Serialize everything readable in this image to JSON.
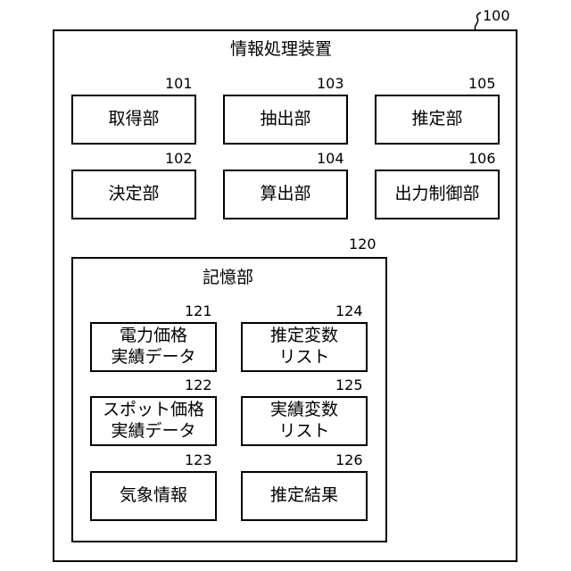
{
  "apparatus": {
    "ref": "100",
    "title": "情報処理装置",
    "units": [
      {
        "ref": "101",
        "label": "取得部"
      },
      {
        "ref": "103",
        "label": "抽出部"
      },
      {
        "ref": "105",
        "label": "推定部"
      },
      {
        "ref": "102",
        "label": "決定部"
      },
      {
        "ref": "104",
        "label": "算出部"
      },
      {
        "ref": "106",
        "label": "出力制御部"
      }
    ],
    "storage": {
      "ref": "120",
      "title": "記憶部",
      "items": [
        {
          "ref": "121",
          "label": "電力価格\n実績データ"
        },
        {
          "ref": "124",
          "label": "推定変数\nリスト"
        },
        {
          "ref": "122",
          "label": "スポット価格\n実績データ"
        },
        {
          "ref": "125",
          "label": "実績変数\nリスト"
        },
        {
          "ref": "123",
          "label": "気象情報"
        },
        {
          "ref": "126",
          "label": "推定結果"
        }
      ]
    }
  }
}
